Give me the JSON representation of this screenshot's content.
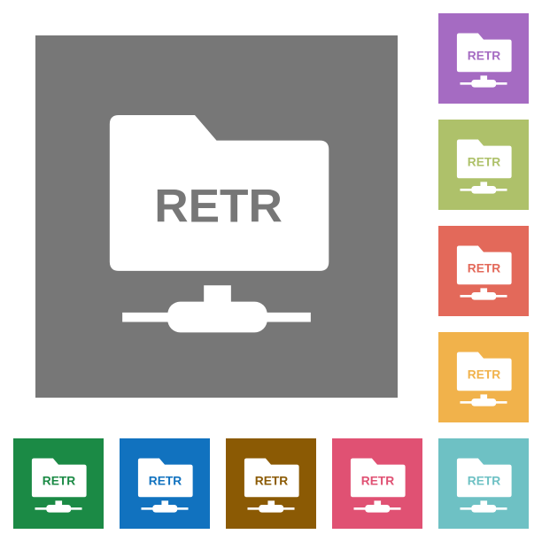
{
  "label": "RETR",
  "icon_name": "ftp-retr-network-folder-icon",
  "tiles": [
    {
      "name": "tile-large-gray",
      "color": "#777777"
    },
    {
      "name": "tile-purple",
      "color": "#A56BC2"
    },
    {
      "name": "tile-olive-green",
      "color": "#AEC16A"
    },
    {
      "name": "tile-red",
      "color": "#E3695A"
    },
    {
      "name": "tile-orange",
      "color": "#F1B24B"
    },
    {
      "name": "tile-green",
      "color": "#1B8A45"
    },
    {
      "name": "tile-blue",
      "color": "#1172BF"
    },
    {
      "name": "tile-brown",
      "color": "#8B5A04"
    },
    {
      "name": "tile-pink",
      "color": "#E05173"
    },
    {
      "name": "tile-teal",
      "color": "#6EC1C4"
    }
  ]
}
